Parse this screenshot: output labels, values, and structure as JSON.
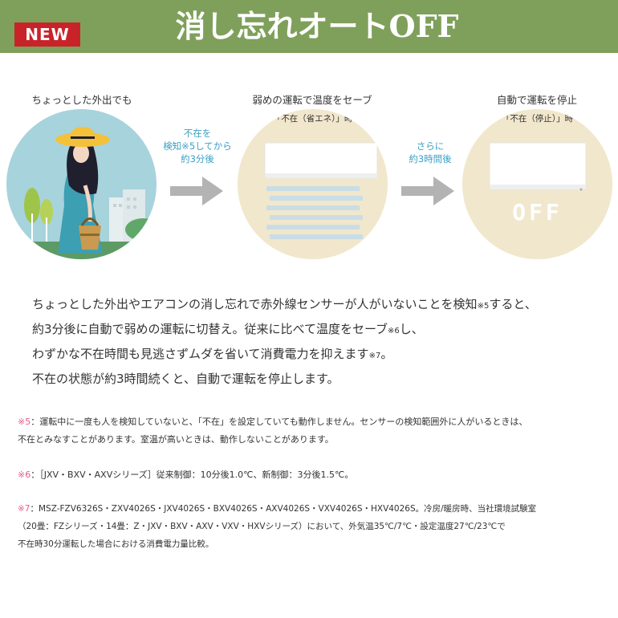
{
  "header": {
    "badge": "NEW",
    "title": "消し忘れオートOFF"
  },
  "steps": [
    {
      "label": "ちょっとした外出でも",
      "sub": ""
    },
    {
      "label": "弱めの運転で温度をセーブ",
      "sub": "「不在（省エネ）」時"
    },
    {
      "label": "自動で運転を停止",
      "sub": "「不在（停止）」時"
    }
  ],
  "arrows": [
    {
      "line1": "不在を",
      "line2": "検知※5してから",
      "line3": "約3分後"
    },
    {
      "line1": "さらに",
      "line2": "約3時間後",
      "line3": ""
    }
  ],
  "off_label": "OFF",
  "body": {
    "line1a": "ちょっとした外出やエアコンの消し忘れで赤外線センサーが人がいないことを検知",
    "line1mark": "※5",
    "line1b": "すると、",
    "line2a": "約3分後に自動で弱めの運転に切替え。従来に比べて温度をセーブ",
    "line2mark": "※6",
    "line2b": "し、",
    "line3a": "わずかな不在時間も見逃さずムダを省いて消費電力を抑えます",
    "line3mark": "※7",
    "line3b": "。",
    "line4": "不在の状態が約3時間続くと、自動で運転を停止します。"
  },
  "notes": [
    {
      "mark": "※5",
      "line1": "：運転中に一度も人を検知していないと、「不在」を設定していても動作しません。センサーの検知範囲外に人がいるときは、",
      "line2": "不在とみなすことがあります。室温が高いときは、動作しないことがあります。",
      "line3": ""
    },
    {
      "mark": "※6",
      "line1": "：［JXV・BXV・AXVシリーズ］従来制御：10分後1.0℃、新制御：3分後1.5℃。",
      "line2": "",
      "line3": ""
    },
    {
      "mark": "※7",
      "line1": "：MSZ-FZV6326S・ZXV4026S・JXV4026S・BXV4026S・AXV4026S・VXV4026S・HXV4026S。冷房/暖房時、当社環境試験室",
      "line2": "（20畳：FZシリーズ・14畳：Z・JXV・BXV・AXV・VXV・HXVシリーズ）において、外気温35℃/7℃・設定温度27℃/23℃で",
      "line3": "不在時30分運転した場合における消費電力量比較。"
    }
  ],
  "colors": {
    "header_bg": "#7fa05a",
    "badge_bg": "#c9232a",
    "arrow_text": "#3ba0c5",
    "note_mark": "#e65c8a",
    "circle_sky": "#a7d3dc",
    "circle_beige": "#f1e7cc"
  },
  "icons": {
    "person": "woman-in-hat-illustration",
    "ac": "air-conditioner-icon",
    "arrow": "right-arrow-icon"
  }
}
